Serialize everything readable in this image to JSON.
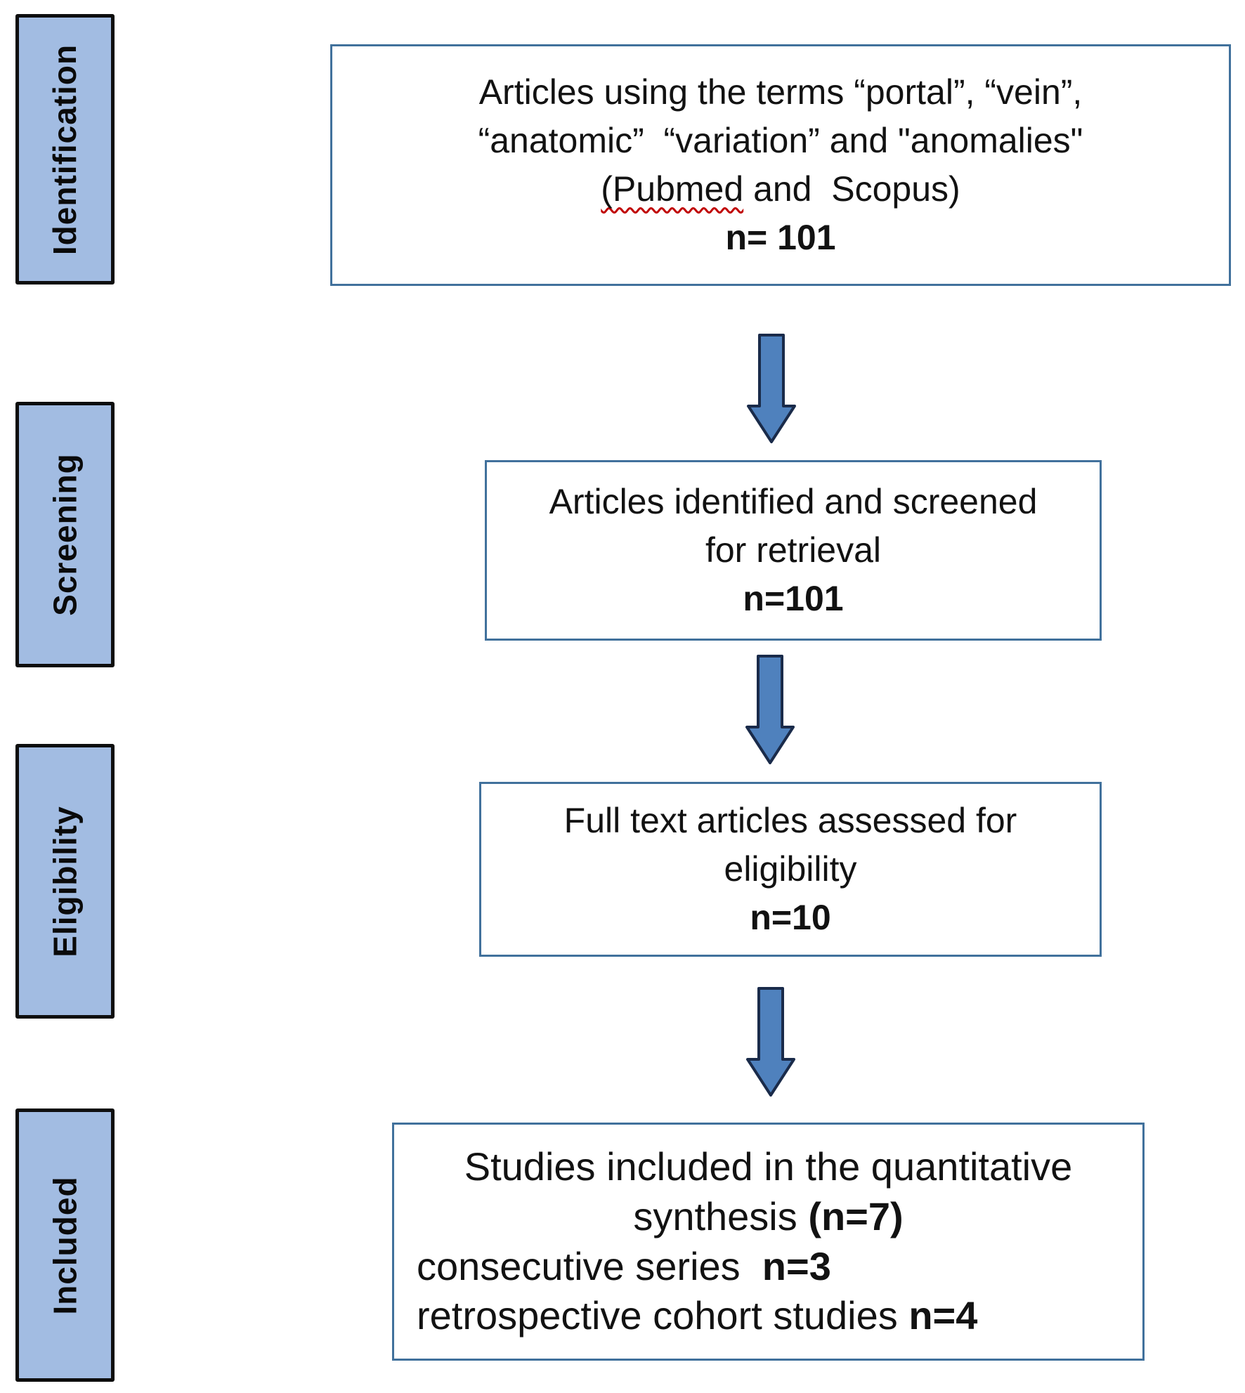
{
  "title": "PRISMA study selection flow diagram",
  "colors": {
    "background": "#ffffff",
    "sidebar_fill": "#a2bce2",
    "sidebar_border": "#0d0d0d",
    "box_border": "#41719c",
    "arrow_fill": "#4f81bd",
    "arrow_stroke": "#1a2b4a",
    "squiggle": "#c00000",
    "text": "#121212"
  },
  "sidebar": {
    "items": [
      {
        "label": "Identification"
      },
      {
        "label": "Screening"
      },
      {
        "label": "Eligibility"
      },
      {
        "label": "Included"
      }
    ]
  },
  "flow": {
    "boxes": [
      {
        "id": "identification",
        "lines": [
          {
            "align": "center",
            "segments": [
              {
                "text": "Articles using the terms “portal”, “vein”,"
              }
            ]
          },
          {
            "align": "center",
            "segments": [
              {
                "text": "“anatomic”  “variation” and \"anomalies\""
              }
            ]
          },
          {
            "align": "center",
            "segments": [
              {
                "text": "(Pubmed",
                "squiggle": true
              },
              {
                "text": " and  Scopus)"
              }
            ]
          },
          {
            "align": "center",
            "segments": [
              {
                "text": "n= 101",
                "bold": true
              }
            ]
          }
        ]
      },
      {
        "id": "screening",
        "lines": [
          {
            "align": "center",
            "segments": [
              {
                "text": "Articles identified and screened"
              }
            ]
          },
          {
            "align": "center",
            "segments": [
              {
                "text": "for retrieval"
              }
            ]
          },
          {
            "align": "center",
            "segments": [
              {
                "text": "n=101",
                "bold": true
              }
            ]
          }
        ]
      },
      {
        "id": "eligibility",
        "lines": [
          {
            "align": "center",
            "segments": [
              {
                "text": "Full text articles assessed for"
              }
            ]
          },
          {
            "align": "center",
            "segments": [
              {
                "text": "eligibility"
              }
            ]
          },
          {
            "align": "center",
            "segments": [
              {
                "text": "n=10",
                "bold": true
              }
            ]
          }
        ]
      },
      {
        "id": "included",
        "lines": [
          {
            "align": "center",
            "segments": [
              {
                "text": "Studies included in the quantitative"
              }
            ]
          },
          {
            "align": "center",
            "segments": [
              {
                "text": "synthesis "
              },
              {
                "text": "(n=7)",
                "bold": true
              }
            ]
          },
          {
            "align": "left",
            "segments": [
              {
                "text": "consecutive series  "
              },
              {
                "text": "n=3",
                "bold": true
              }
            ]
          },
          {
            "align": "left",
            "segments": [
              {
                "text": "retrospective cohort studies "
              },
              {
                "text": "n=4",
                "bold": true
              }
            ]
          }
        ]
      }
    ],
    "arrow_icon": "down-block-arrow"
  }
}
